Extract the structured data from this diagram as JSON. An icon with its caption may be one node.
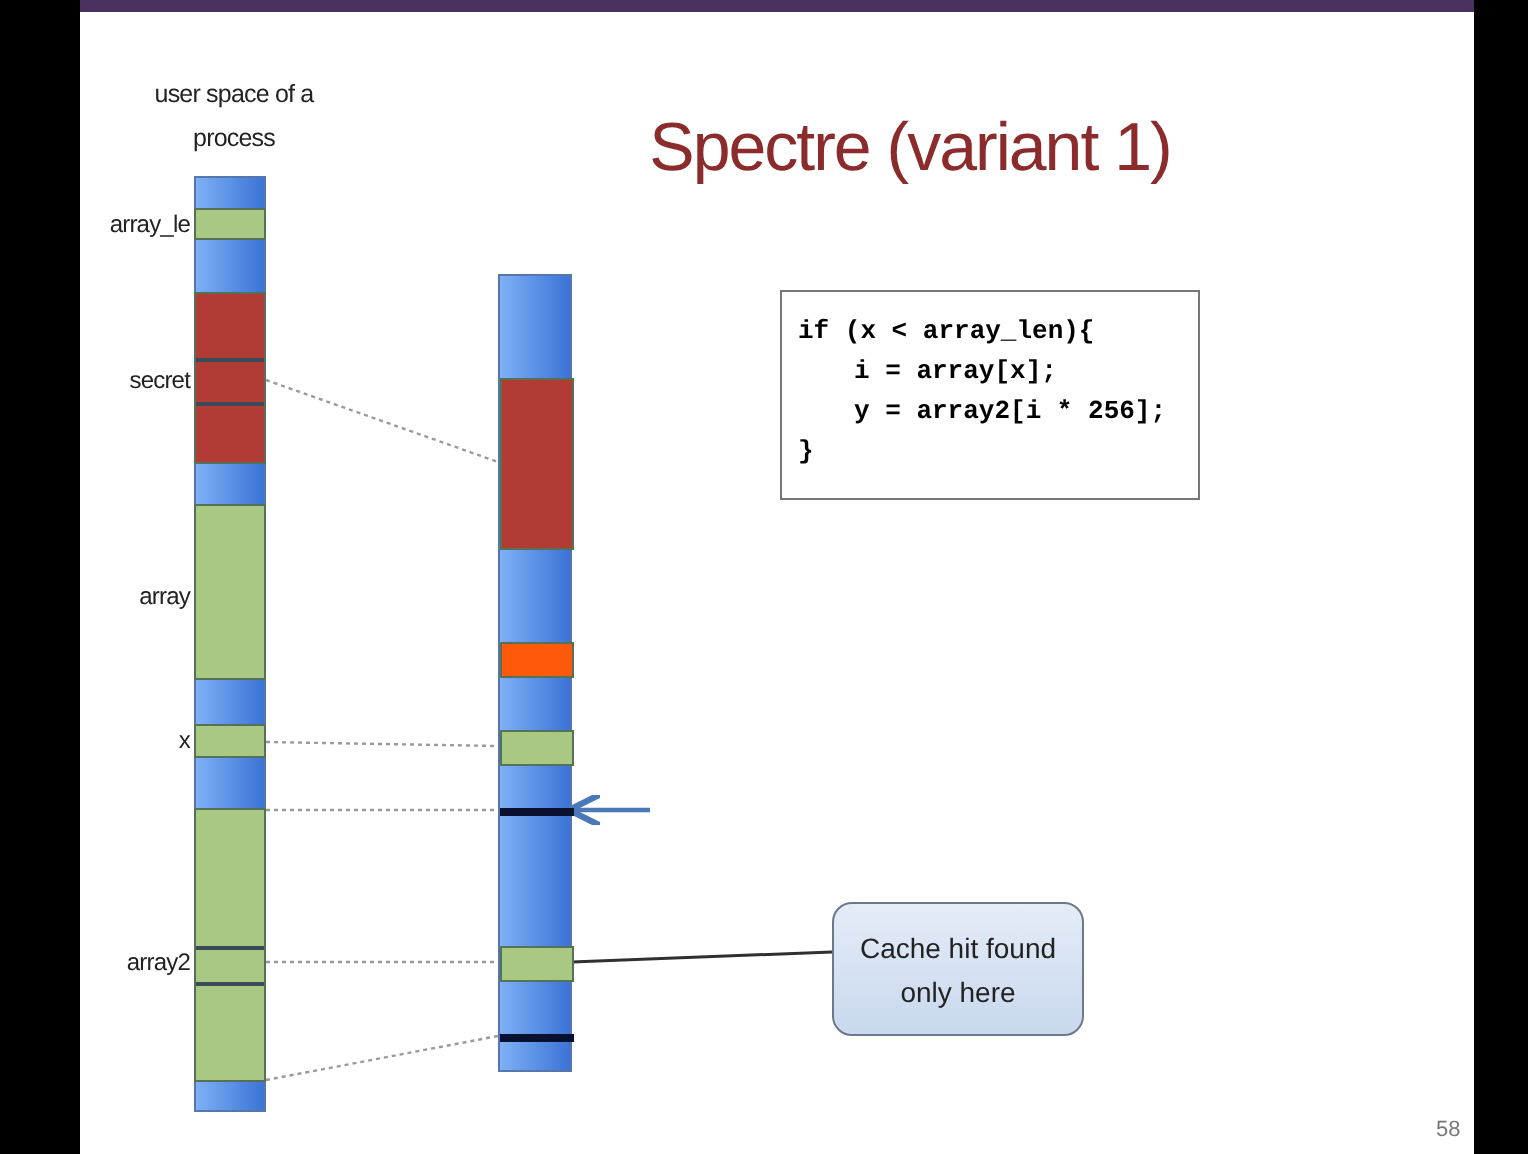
{
  "diagram": {
    "title": "Spectre (variant 1)",
    "nodes": [
      {
        "text": [
          "user space of a process"
        ]
      },
      {
        "text": [
          "array_le"
        ],
        "in": 0
      },
      {
        "text": [
          "secret"
        ],
        "in": 0
      },
      {
        "text": [
          "array"
        ],
        "in": 0
      },
      {
        "text": [
          "x"
        ],
        "in": 0
      },
      {
        "text": [
          "array2"
        ],
        "in": 0
      },
      {
        "text": [],
        "shape": "bar"
      },
      {
        "text": [],
        "shape": "box",
        "in": 6
      },
      {
        "text": [],
        "shape": "box",
        "in": 6
      },
      {
        "text": [],
        "shape": "box",
        "in": 6
      },
      {
        "text": [],
        "shape": "bar",
        "in": 6
      },
      {
        "text": [],
        "shape": "box",
        "in": 6
      },
      {
        "text": [],
        "shape": "bar",
        "in": 6
      },
      {
        "text": [
          "if (x < array_len){",
          "i = array[x];",
          "y = array2[i * 256];",
          "}"
        ]
      },
      {
        "text": [
          "Cache hit found only here"
        ]
      }
    ],
    "edges": [
      {
        "from": 2,
        "to": 7,
        "arrow": "none",
        "style": "dashed"
      },
      {
        "from": 4,
        "to": 9,
        "arrow": "none",
        "style": "dashed"
      },
      {
        "from": 5,
        "to": 10,
        "arrow": "none",
        "style": "dashed"
      },
      {
        "from": 5,
        "to": 11,
        "arrow": "none",
        "style": "dashed"
      },
      {
        "from": 5,
        "to": 12,
        "arrow": "none",
        "style": "dashed"
      },
      {
        "from": null,
        "to": 10,
        "arrow": "to",
        "color": "#4a78b8"
      },
      {
        "from": 14,
        "to": 11,
        "arrow": "none",
        "color": "#303030"
      }
    ],
    "labels": [
      "58"
    ]
  }
}
